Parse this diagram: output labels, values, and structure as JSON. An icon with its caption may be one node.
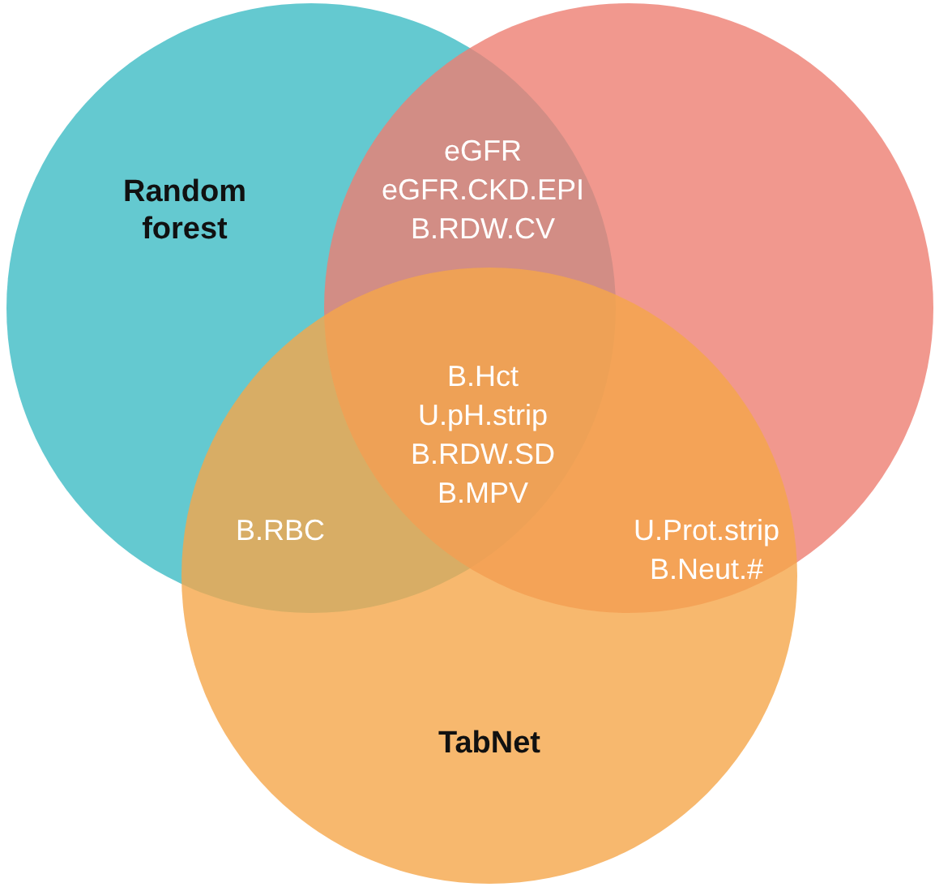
{
  "diagram": {
    "nodes": [
      {
        "text": [
          "Random forest"
        ]
      },
      {
        "text": [],
        "shape": "circle"
      },
      {
        "text": [
          "TabNet"
        ]
      }
    ],
    "edges": [],
    "labels": [
      "eGFR",
      "eGFR.CKD.EPI",
      "B.RDW.CV",
      "B.Hct",
      "U.pH.strip",
      "B.RDW.SD",
      "B.MPV",
      "B.RBC",
      "U.Prot.strip",
      "B.Neut.#"
    ]
  }
}
